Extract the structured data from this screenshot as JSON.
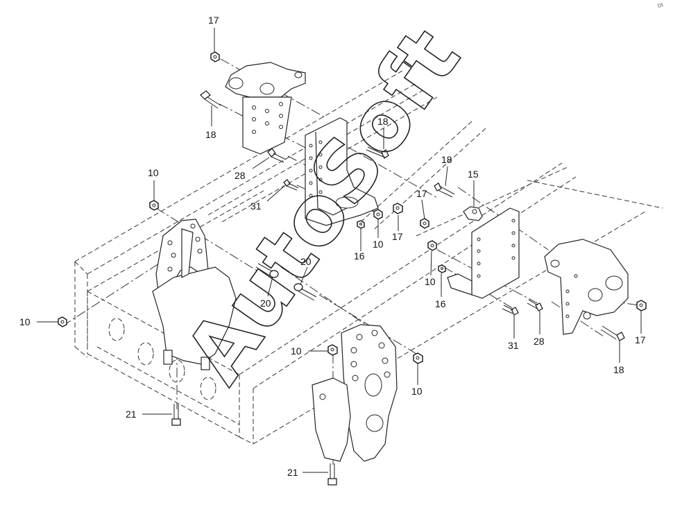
{
  "diagram": {
    "callouts": {
      "c01": "17",
      "c02": "18",
      "c03": "18",
      "c04": "10",
      "c05": "28",
      "c06": "31",
      "c07": "18",
      "c08": "15",
      "c09": "17",
      "c10": "17",
      "c11": "10",
      "c12": "16",
      "c13": "20",
      "c14": "20",
      "c15": "10",
      "c16": "16",
      "c17": "10",
      "c18": "31",
      "c19": "28",
      "c20": "17",
      "c21": "18",
      "c22": "10",
      "c23": "10",
      "c24": "21",
      "c25": "21"
    },
    "watermark": "AutoSoft",
    "corner_mark": "Dt"
  }
}
